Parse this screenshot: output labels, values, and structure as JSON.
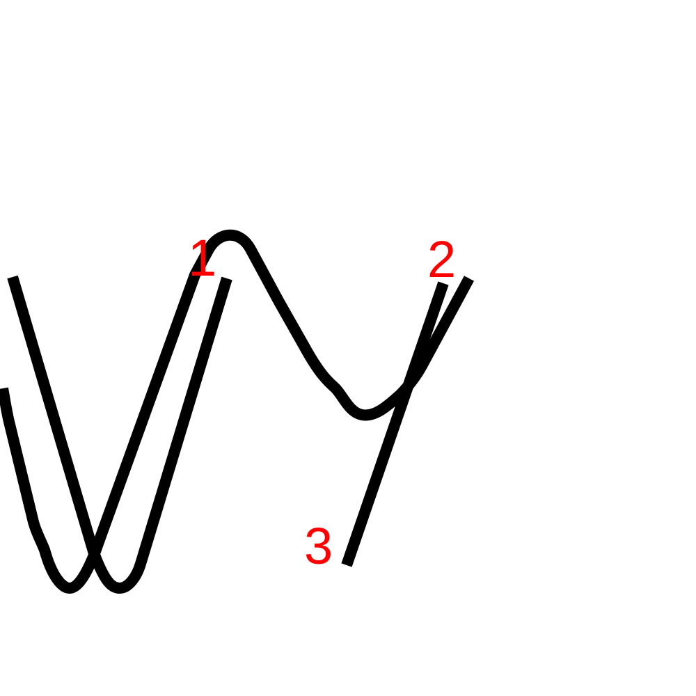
{
  "colors": {
    "background": "#ffffff",
    "stroke": "#000000",
    "label": "#ff0000"
  },
  "labels": {
    "first": "1",
    "second": "2",
    "third": "3"
  }
}
